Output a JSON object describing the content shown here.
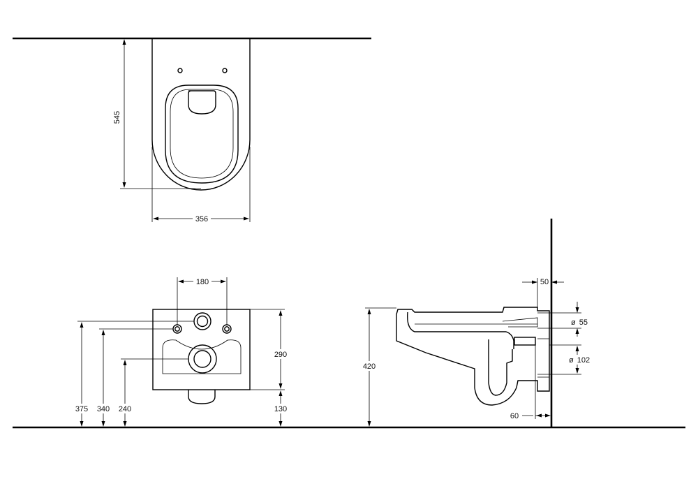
{
  "dimensions": {
    "top_depth": "545",
    "top_width": "356",
    "front_hole_spacing": "180",
    "front_height": "290",
    "front_waste_height": "130",
    "front_level_375": "375",
    "front_level_340": "340",
    "front_level_240": "240",
    "side_height": "420",
    "side_wall_offset": "50",
    "side_inlet_diameter": "55",
    "side_outlet_diameter": "102",
    "side_outlet_offset": "60"
  },
  "symbols": {
    "diameter": "ø"
  }
}
